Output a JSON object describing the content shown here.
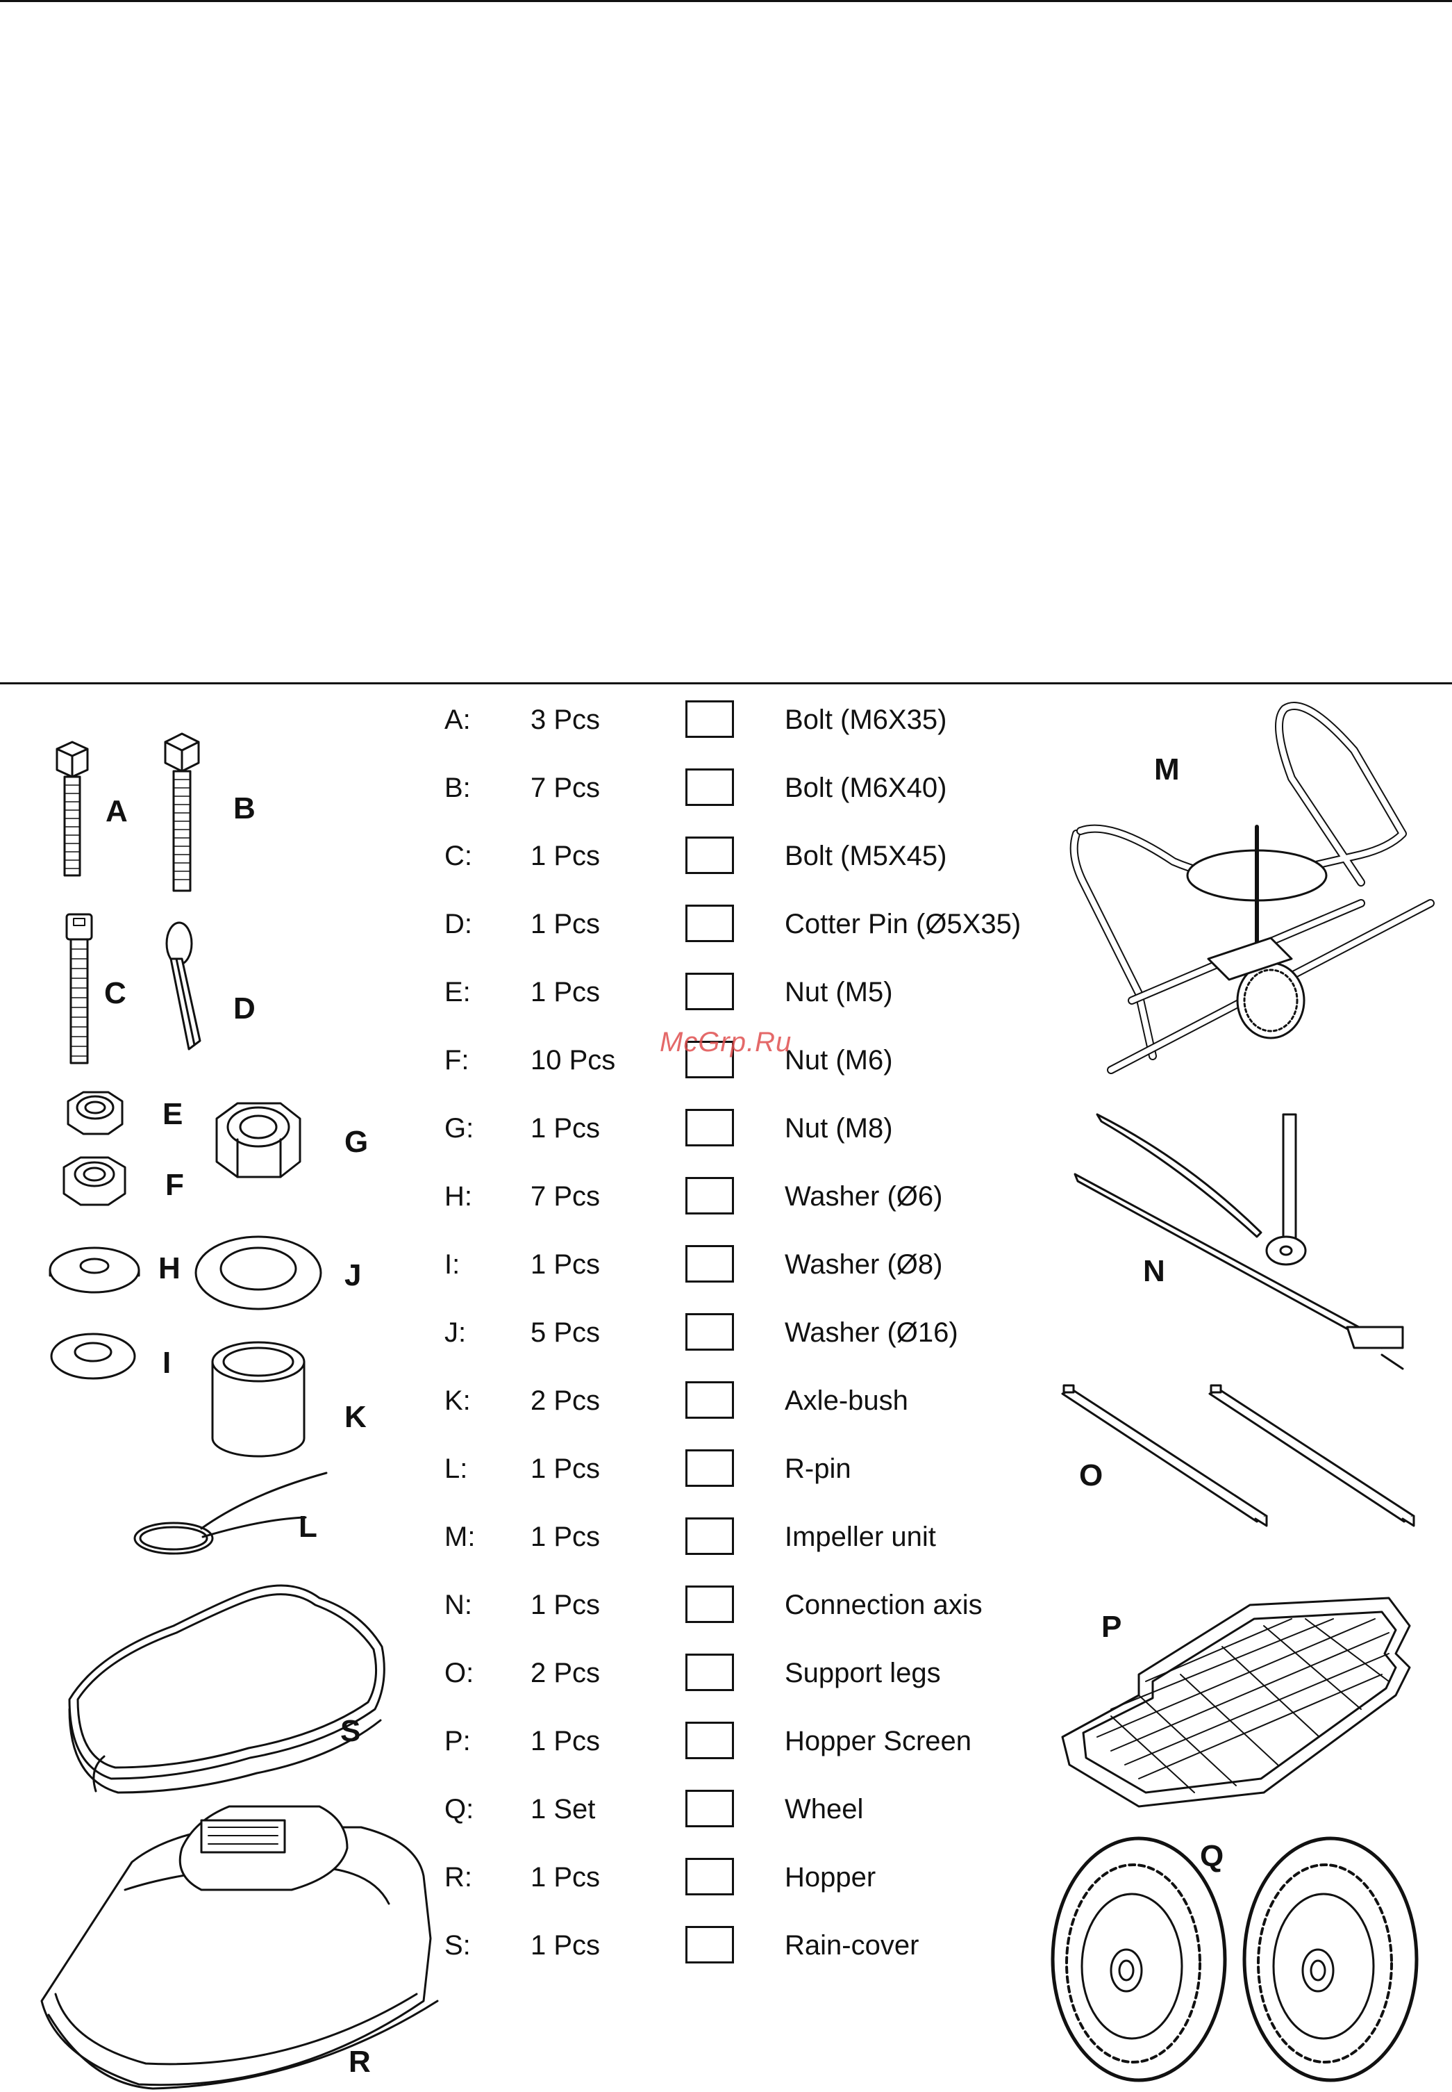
{
  "parts": [
    {
      "code": "A:",
      "qty": "3 Pcs",
      "desc": "Bolt (M6X35)"
    },
    {
      "code": "B:",
      "qty": "7 Pcs",
      "desc": "Bolt (M6X40)"
    },
    {
      "code": "C:",
      "qty": "1 Pcs",
      "desc": "Bolt (M5X45)"
    },
    {
      "code": "D:",
      "qty": "1 Pcs",
      "desc": "Cotter Pin (Ø5X35)"
    },
    {
      "code": "E:",
      "qty": "1 Pcs",
      "desc": "Nut (M5)"
    },
    {
      "code": "F:",
      "qty": "10 Pcs",
      "desc": "Nut (M6)"
    },
    {
      "code": "G:",
      "qty": "1 Pcs",
      "desc": "Nut (M8)"
    },
    {
      "code": "H:",
      "qty": "7 Pcs",
      "desc": "Washer (Ø6)"
    },
    {
      "code": "I:",
      "qty": "1 Pcs",
      "desc": "Washer (Ø8)"
    },
    {
      "code": "J:",
      "qty": "5 Pcs",
      "desc": "Washer (Ø16)"
    },
    {
      "code": "K:",
      "qty": "2 Pcs",
      "desc": "Axle-bush"
    },
    {
      "code": "L:",
      "qty": "1 Pcs",
      "desc": "R-pin"
    },
    {
      "code": "M:",
      "qty": "1 Pcs",
      "desc": "Impeller unit"
    },
    {
      "code": "N:",
      "qty": "1 Pcs",
      "desc": "Connection axis"
    },
    {
      "code": "O:",
      "qty": "2 Pcs",
      "desc": "Support legs"
    },
    {
      "code": "P:",
      "qty": "1 Pcs",
      "desc": "Hopper Screen"
    },
    {
      "code": "Q:",
      "qty": "1 Set",
      "desc": "Wheel"
    },
    {
      "code": "R:",
      "qty": "1 Pcs",
      "desc": "Hopper"
    },
    {
      "code": "S:",
      "qty": "1 Pcs",
      "desc": "Rain-cover"
    }
  ],
  "labels": {
    "A": "A",
    "B": "B",
    "C": "C",
    "D": "D",
    "E": "E",
    "F": "F",
    "G": "G",
    "H": "H",
    "I": "I",
    "J": "J",
    "K": "K",
    "L": "L",
    "M": "M",
    "N": "N",
    "O": "O",
    "P": "P",
    "Q": "Q",
    "R": "R",
    "S": "S"
  },
  "watermark": "McGrp.Ru"
}
